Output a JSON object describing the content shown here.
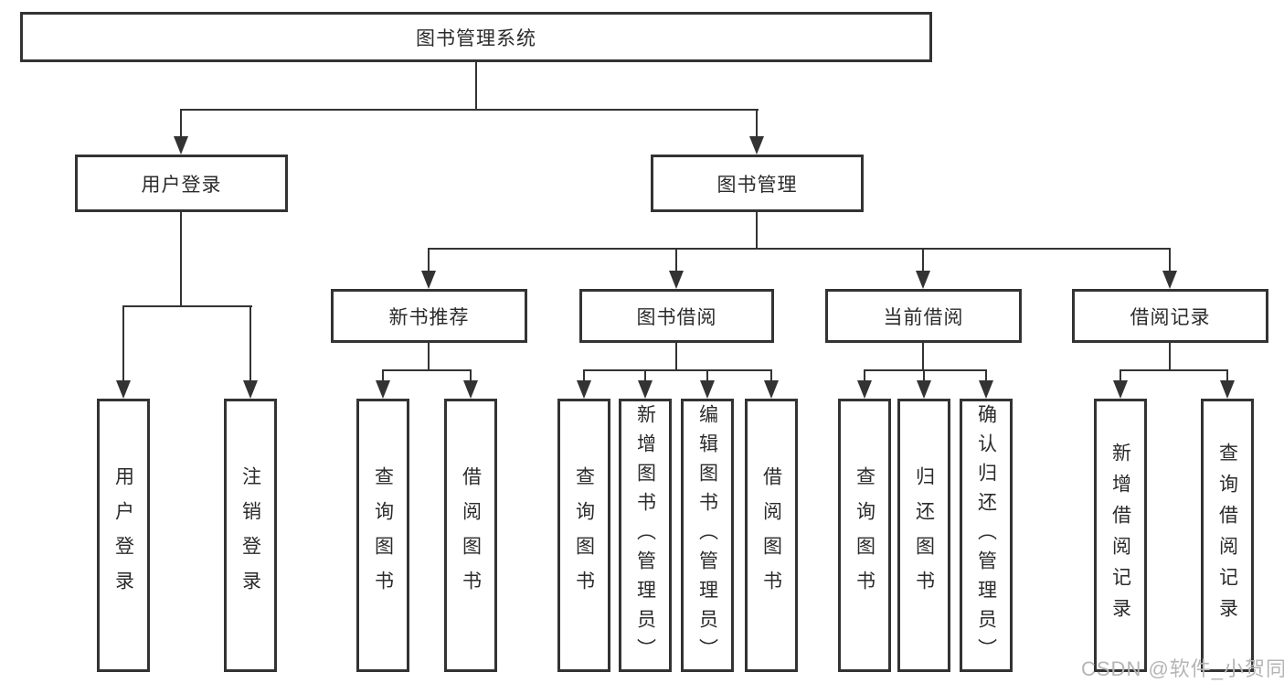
{
  "diagram": {
    "root": {
      "label": "图书管理系统"
    },
    "level2": [
      {
        "label": "用户登录"
      },
      {
        "label": "图书管理"
      }
    ],
    "level3": [
      {
        "label": "新书推荐"
      },
      {
        "label": "图书借阅"
      },
      {
        "label": "当前借阅"
      },
      {
        "label": "借阅记录"
      }
    ],
    "leaves": {
      "login": [
        {
          "label": "用户登录"
        },
        {
          "label": "注销登录"
        }
      ],
      "recommend": [
        {
          "label": "查询图书"
        },
        {
          "label": "借阅图书"
        }
      ],
      "borrow": [
        {
          "label": "查询图书"
        },
        {
          "label": "新增图书（管理员）"
        },
        {
          "label": "编辑图书（管理员）"
        },
        {
          "label": "借阅图书"
        }
      ],
      "current": [
        {
          "label": "查询图书"
        },
        {
          "label": "归还图书"
        },
        {
          "label": "确认归还（管理员）"
        }
      ],
      "records": [
        {
          "label": "新增借阅记录"
        },
        {
          "label": "查询借阅记录"
        }
      ]
    }
  },
  "watermark": {
    "text": "CSDN @软件_小贺同学"
  },
  "colors": {
    "line": "#333333",
    "text": "#2b2b2b",
    "watermark": "#b5b5b5",
    "background": "#ffffff"
  }
}
